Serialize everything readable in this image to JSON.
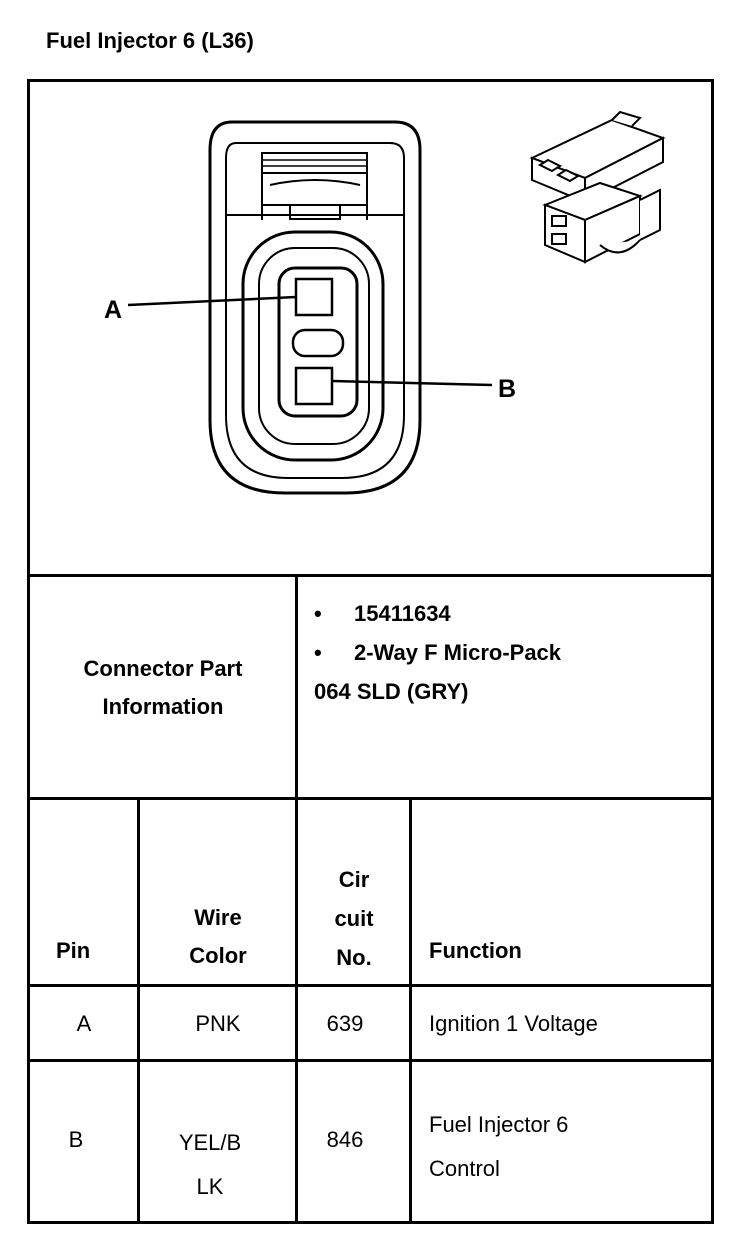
{
  "title": "Fuel Injector 6 (L36)",
  "diagram": {
    "label_a": "A",
    "label_b": "B"
  },
  "connector": {
    "label_line1": "Connector Part",
    "label_line2": "Information",
    "bullet_symbol": "•",
    "items": [
      "15411634",
      "2-Way F Micro-Pack"
    ],
    "extra": "064 SLD (GRY)"
  },
  "table": {
    "headers": {
      "pin": "Pin",
      "wire_color": [
        "Wire",
        "Color"
      ],
      "circuit": [
        "Cir",
        "cuit",
        "No."
      ],
      "function": "Function"
    },
    "rows": [
      {
        "pin": "A",
        "wire": [
          "PNK"
        ],
        "circuit": "639",
        "function": [
          "Ignition 1 Voltage"
        ]
      },
      {
        "pin": "B",
        "wire": [
          "YEL/B",
          "LK"
        ],
        "circuit": "846",
        "function": [
          "Fuel Injector 6",
          "Control"
        ]
      }
    ]
  }
}
